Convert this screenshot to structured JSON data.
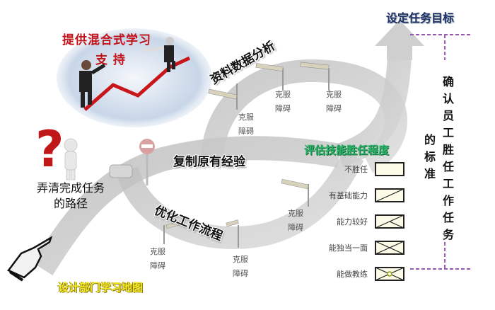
{
  "title": "设计部门学习地图",
  "goal": {
    "title": "设定任务目标",
    "vertical_text": "确认员工胜任工作任务",
    "side_text": "的标准"
  },
  "support": {
    "line1": "提供混合式学习",
    "line2": "支 持"
  },
  "path_question": {
    "line1": "弄清完成任务",
    "line2": "的路径"
  },
  "roads": [
    {
      "label": "资料数据分析"
    },
    {
      "label": "复制原有经验"
    },
    {
      "label": "优化工作流程"
    }
  ],
  "obstacle_text": {
    "line1": "克服",
    "line2": "障碍"
  },
  "assessment": {
    "title": "评估技能胜任程度",
    "levels": [
      {
        "label": "不胜任",
        "icon": "empty-box"
      },
      {
        "label": "有基础能力",
        "icon": "one-diagonal-box"
      },
      {
        "label": "能力较好",
        "icon": "partial-cross-box"
      },
      {
        "label": "能独当一面",
        "icon": "full-cross-box"
      },
      {
        "label": "能做教练",
        "icon": "cross-with-circle-box"
      }
    ]
  },
  "colors": {
    "road": "#c9c9c9",
    "support_text": "#c0141a",
    "goal_text": "#1f2f6a",
    "assessment_title": "#2fb36a",
    "map_title": "#f5e826",
    "dashed_line": "#9b59b6"
  }
}
